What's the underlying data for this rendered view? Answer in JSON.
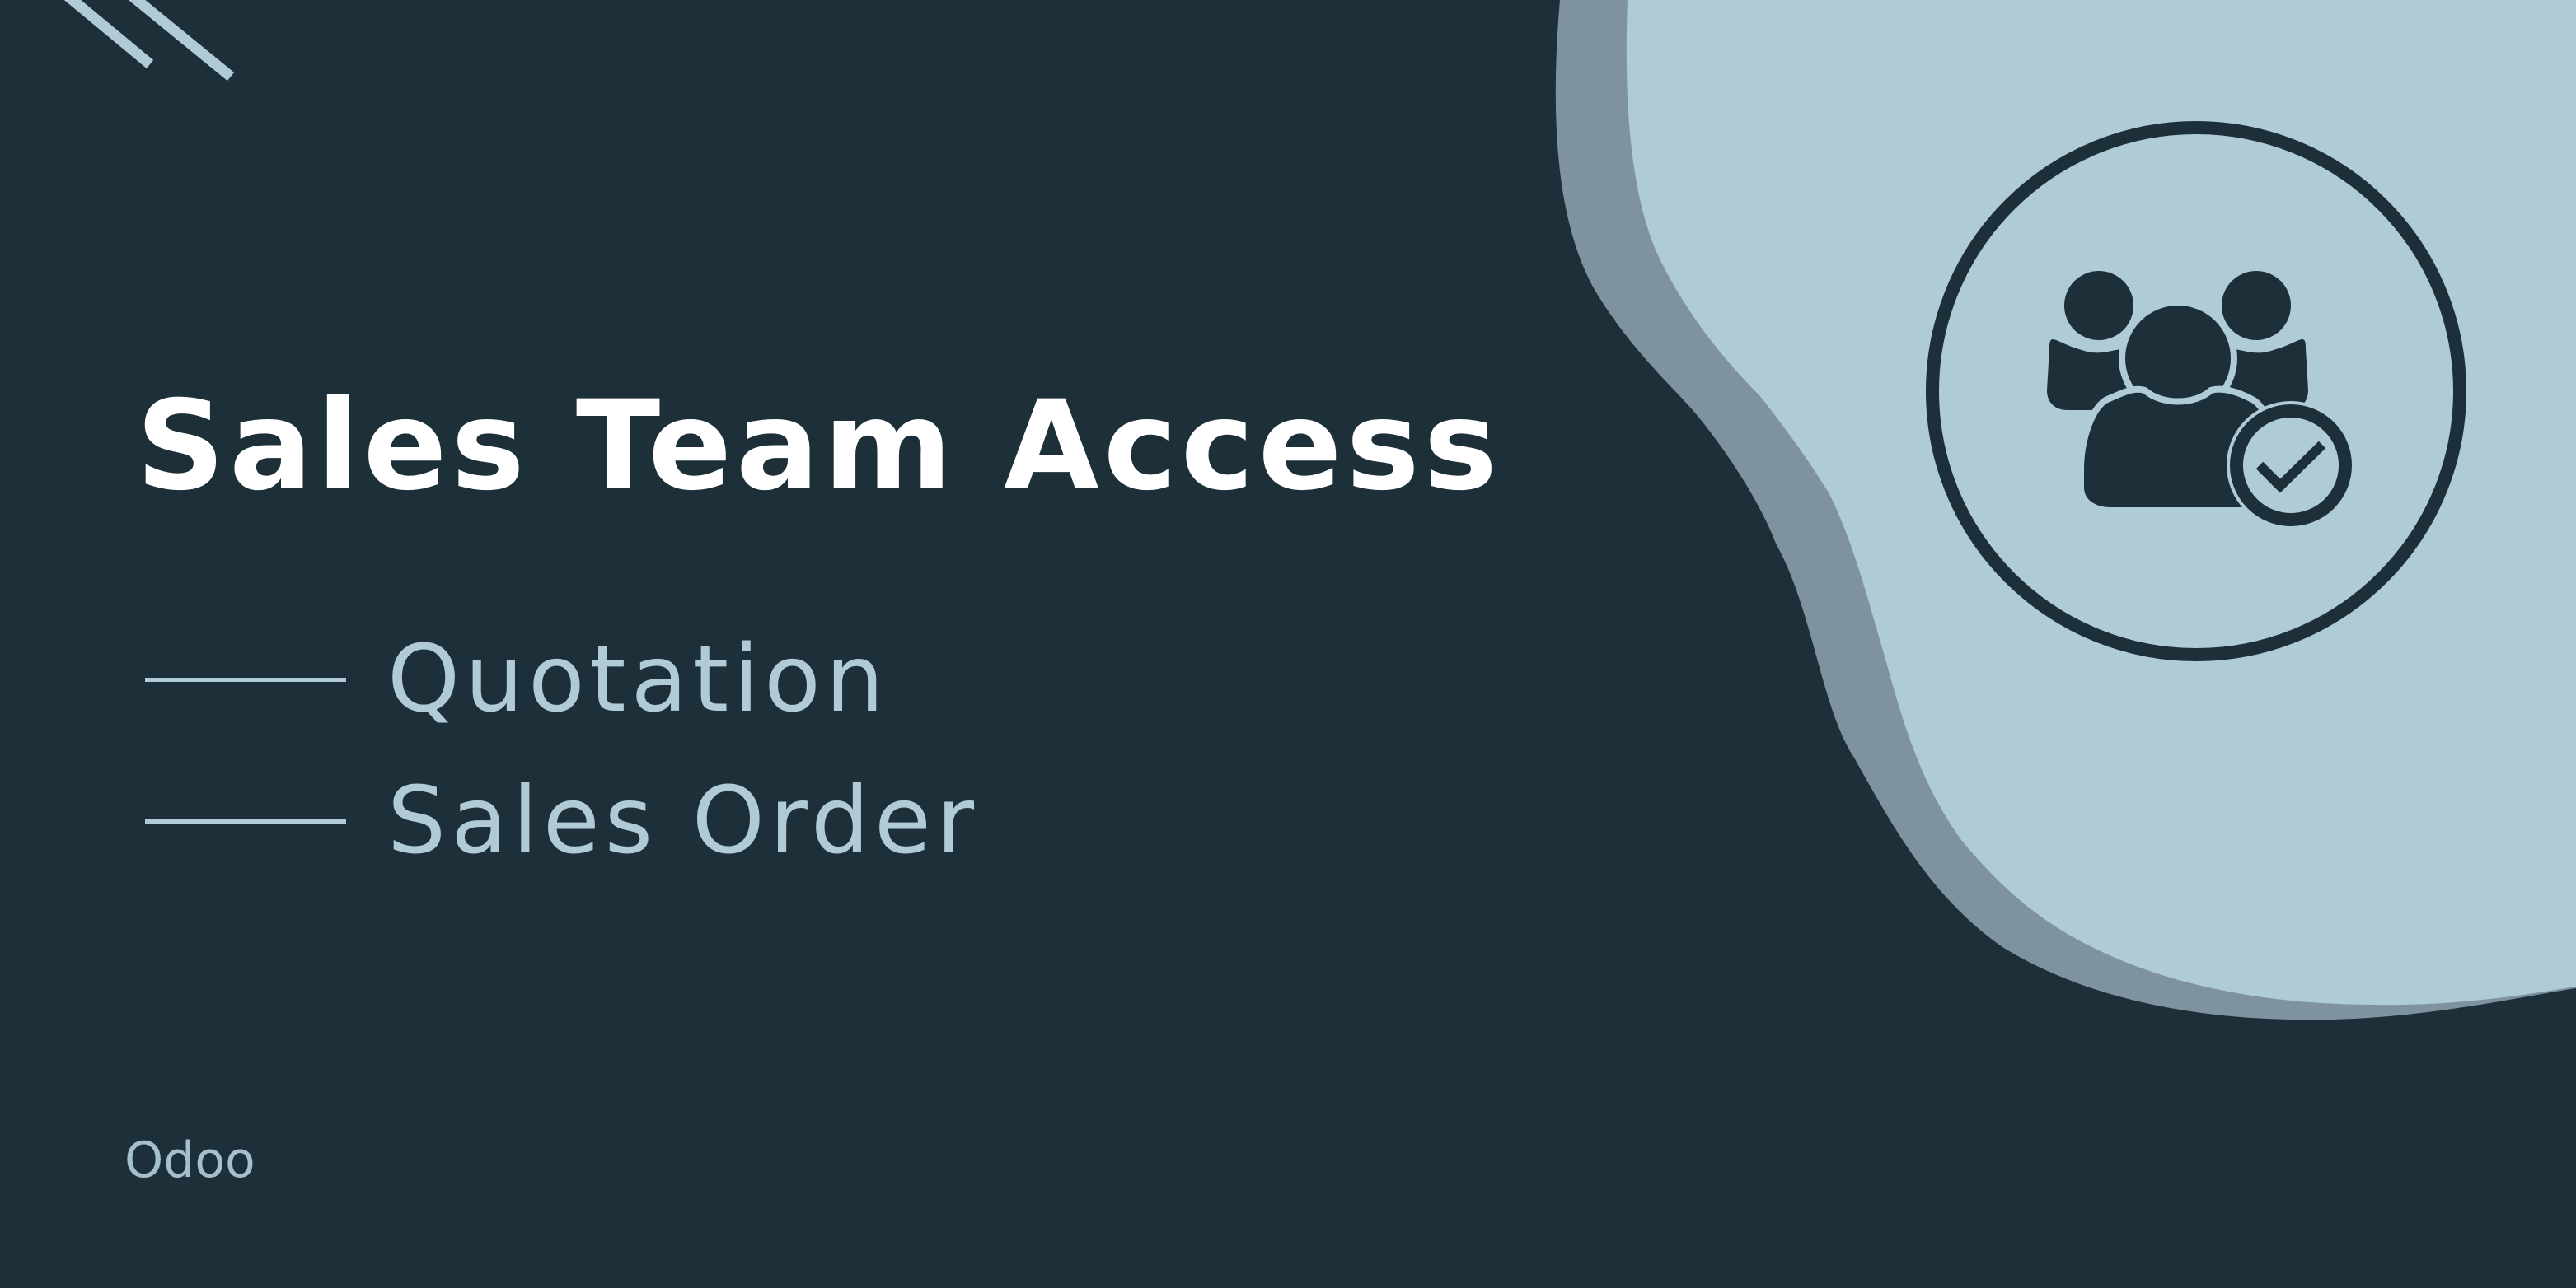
{
  "banner": {
    "title": "Sales Team Access",
    "features": [
      {
        "label": "Quotation"
      },
      {
        "label": "Sales Order"
      }
    ],
    "brand": "Odoo"
  },
  "icons": {
    "badge": "team-check-icon",
    "corner": "diagonal-lines-decoration"
  },
  "colors": {
    "background": "#1d303a",
    "title": "#ffffff",
    "accent": "#b0cbd6",
    "blob_light": "#afcbd6",
    "blob_shadow": "#7e939d",
    "icon_dark": "#1d303a"
  }
}
